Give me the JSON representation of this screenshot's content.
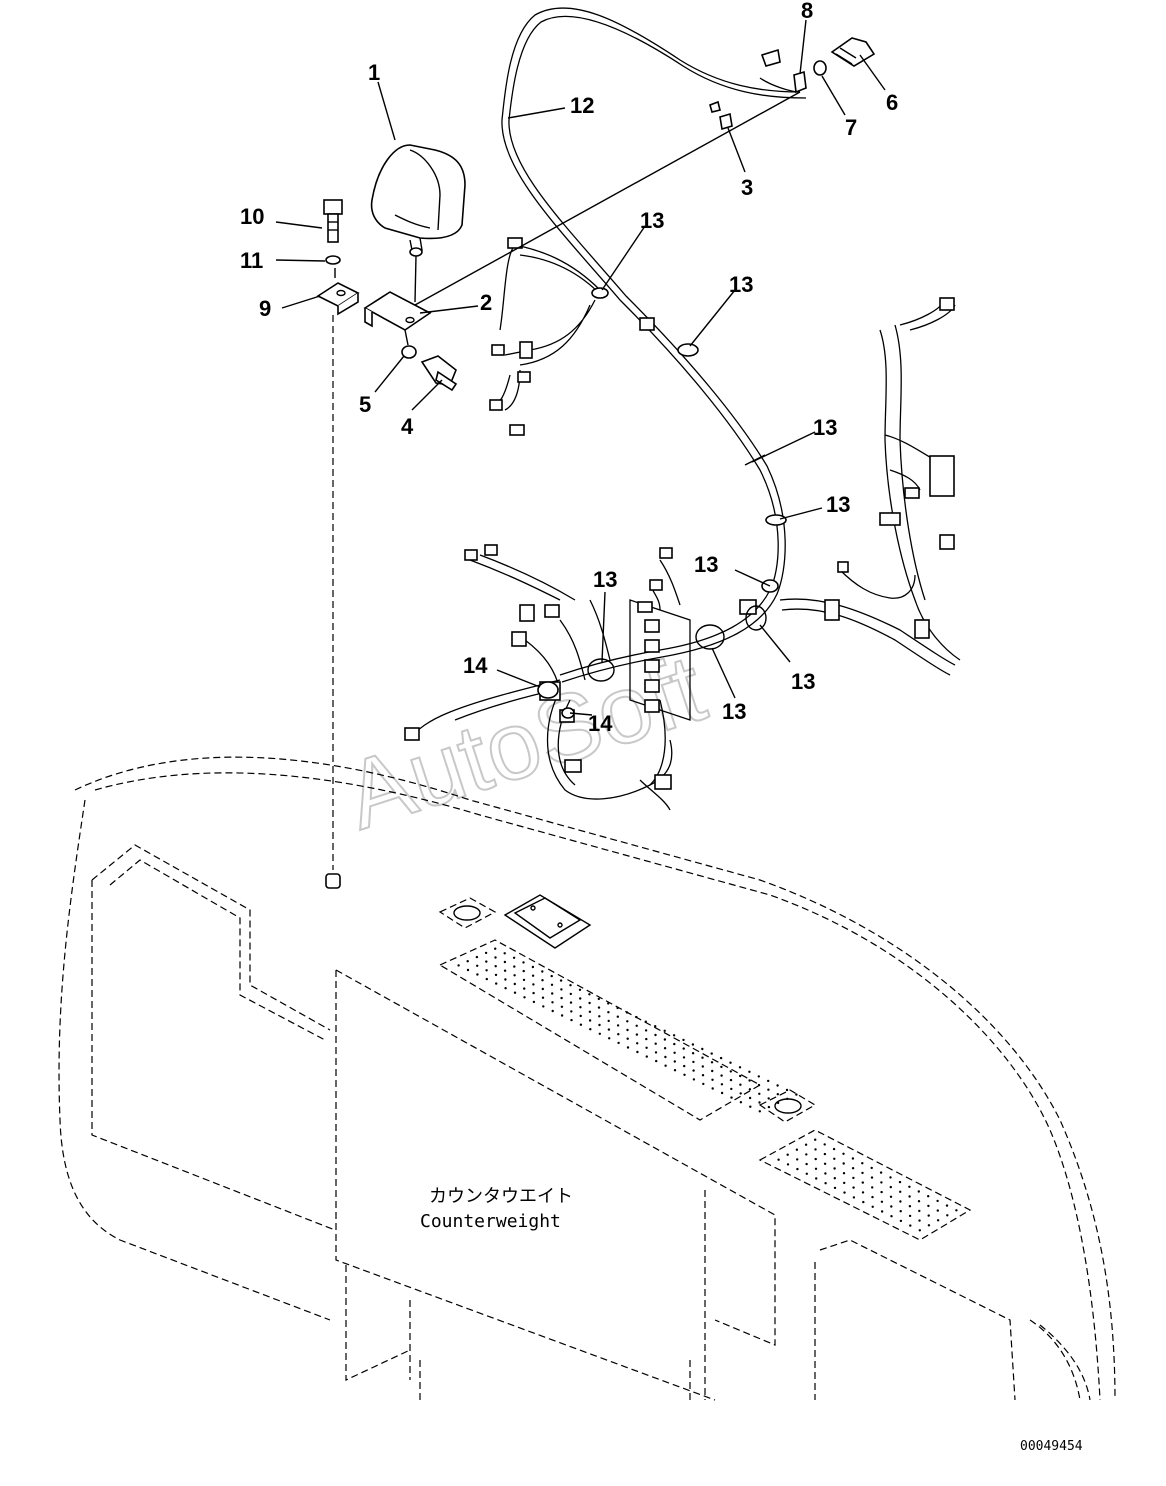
{
  "labels": [
    "1",
    "2",
    "3",
    "4",
    "5",
    "6",
    "7",
    "8",
    "9",
    "10",
    "11",
    "12",
    "13",
    "14"
  ],
  "counterweight_jp": "カウンタウエイト",
  "counterweight_en": "Counterweight",
  "drawing_number": "00049454",
  "watermark": "AutoSoft"
}
